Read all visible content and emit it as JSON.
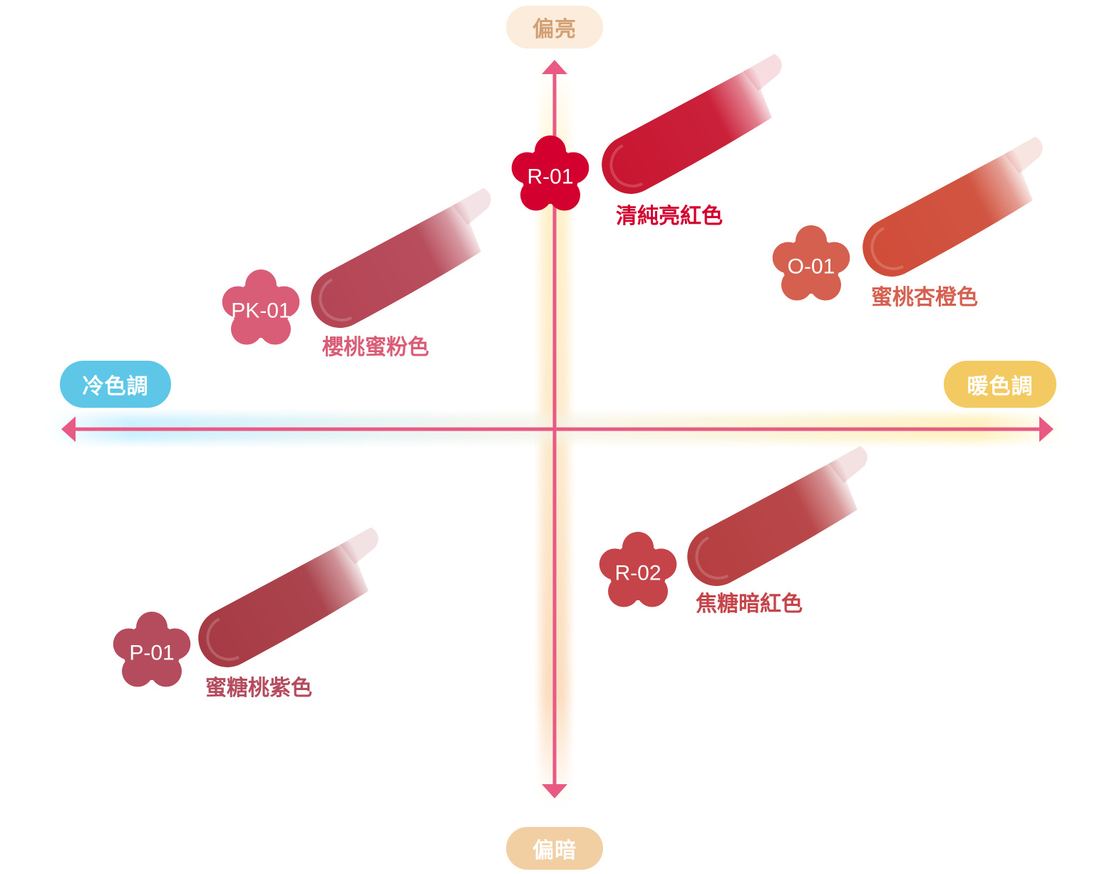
{
  "axes": {
    "top_label": "偏亮",
    "bottom_label": "偏暗",
    "left_label": "冷色調",
    "right_label": "暖色調",
    "axis_color": "#e85a83"
  },
  "shades": [
    {
      "code": "R-01",
      "name": "清純亮紅色",
      "color": "#d3002f",
      "swatch_color": "#c81530",
      "quadrant": "top-center"
    },
    {
      "code": "PK-01",
      "name": "櫻桃蜜粉色",
      "color": "#d95d76",
      "swatch_color": "#b44454",
      "quadrant": "top-left"
    },
    {
      "code": "O-01",
      "name": "蜜桃杏橙色",
      "color": "#d5604f",
      "swatch_color": "#cf4c38",
      "quadrant": "top-right"
    },
    {
      "code": "R-02",
      "name": "焦糖暗紅色",
      "color": "#c54449",
      "swatch_color": "#b53e40",
      "quadrant": "bottom-right"
    },
    {
      "code": "P-01",
      "name": "蜜糖桃紫色",
      "color": "#b54c5e",
      "swatch_color": "#a63a44",
      "quadrant": "bottom-left"
    }
  ]
}
